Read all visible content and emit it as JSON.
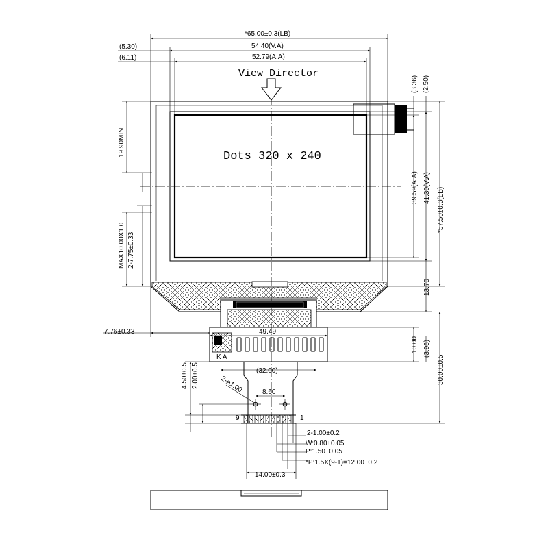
{
  "title": "View Director",
  "center_label": "Dots 320 x 240",
  "ka_label": "K A",
  "pin_labels": {
    "left": "9",
    "right": "1"
  },
  "dimensions": {
    "overall_width": "*65.00±0.3(LB)",
    "va_width": "54.40(V.A)",
    "aa_width": "52.79(A.A)",
    "offset_va": "(5.30)",
    "offset_aa": "(6.11)",
    "top_offset_1": "(3.36)",
    "top_offset_2": "(2.50)",
    "aa_height": "39.59(A.A)",
    "va_height": "41.30(V.A)",
    "overall_height": "*57.50±0.3(LB)",
    "min_19_90": "19.90MIN",
    "max_10": "MAX10.00X1.0",
    "slot_2_75": "2-7.75±0.33",
    "dim_13_70": "13.70",
    "dim_7_76": "7.76±0.33",
    "dim_49_49": "49.49",
    "dim_10_00": "10.00",
    "dim_3_95": "(3.95)",
    "dim_32_00": "(32.00)",
    "dim_30_00": "30.00±0.5",
    "dim_4_50": "4.50±0.5",
    "dim_2_00": "2.00±0.5",
    "hole_dia": "2-ø1.00",
    "dim_8_60": "8.60",
    "pin_width": "2-1.00±0.2",
    "pin_w": "W:0.80±0.05",
    "pin_p": "P:1.50±0.05",
    "pin_total": "*P:1.5X(9-1)=12.00±0.2",
    "fpc_width": "14.00±0.3"
  }
}
